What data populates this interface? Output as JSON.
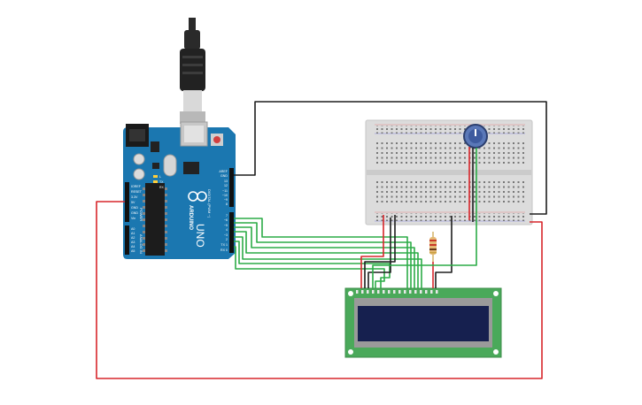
{
  "arduino": {
    "brand_text": "ARDUINO",
    "model_text": "UNO",
    "power_label": "POWER",
    "analog_label": "ANALOG IN",
    "digital_label": "DIGITAL (PWM ~)",
    "led_l": "L",
    "led_tx": "TX",
    "led_rx": "RX",
    "power_pins": [
      "IOREF",
      "RESET",
      "3.3V",
      "5V",
      "GND",
      "GND",
      "Vin"
    ],
    "analog_pins": [
      "A0",
      "A1",
      "A2",
      "A3",
      "A4",
      "A5"
    ],
    "digital_top_pins": [
      "AREF",
      "GND",
      "13",
      "12",
      "~11",
      "~10",
      "~9",
      "8"
    ],
    "digital_bottom_pins": [
      "7",
      "~6",
      "~5",
      "4",
      "~3",
      "2",
      "TX 1",
      "RX 0"
    ]
  },
  "wire_colors": {
    "red": "#d7262b",
    "black": "#1e1e1e",
    "green": "#2cac47",
    "board_blue": "#1b77b0",
    "lcd_green": "#4aa95a",
    "lcd_screen": "#16204f"
  }
}
